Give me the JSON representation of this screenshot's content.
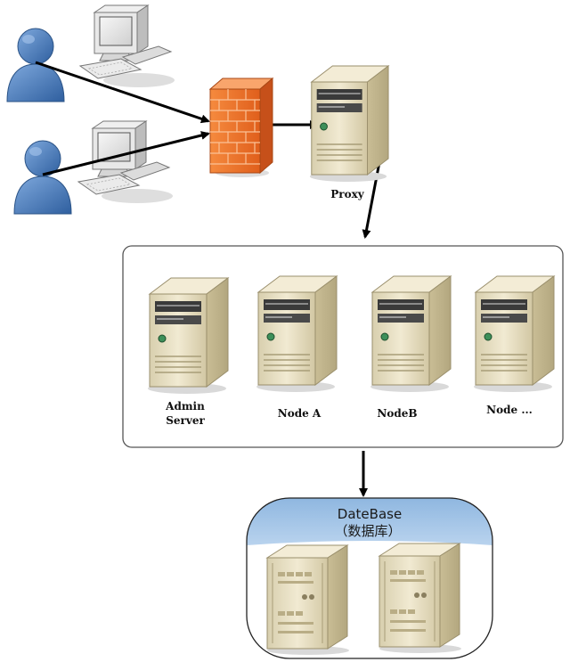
{
  "proxy": {
    "label": "Proxy"
  },
  "cluster": {
    "nodes": [
      {
        "lines": [
          "Admin",
          "Server"
        ]
      },
      {
        "lines": [
          "Node A"
        ]
      },
      {
        "lines": [
          "NodeB"
        ]
      },
      {
        "lines": [
          "Node ..."
        ]
      }
    ]
  },
  "database": {
    "title": "DateBase",
    "subtitle": "（数据库）"
  },
  "colors": {
    "firewall": "#f0772c",
    "user": "#4c7fc0",
    "server_body": "#e6dcbc",
    "database_header": "#9cc0e4"
  }
}
